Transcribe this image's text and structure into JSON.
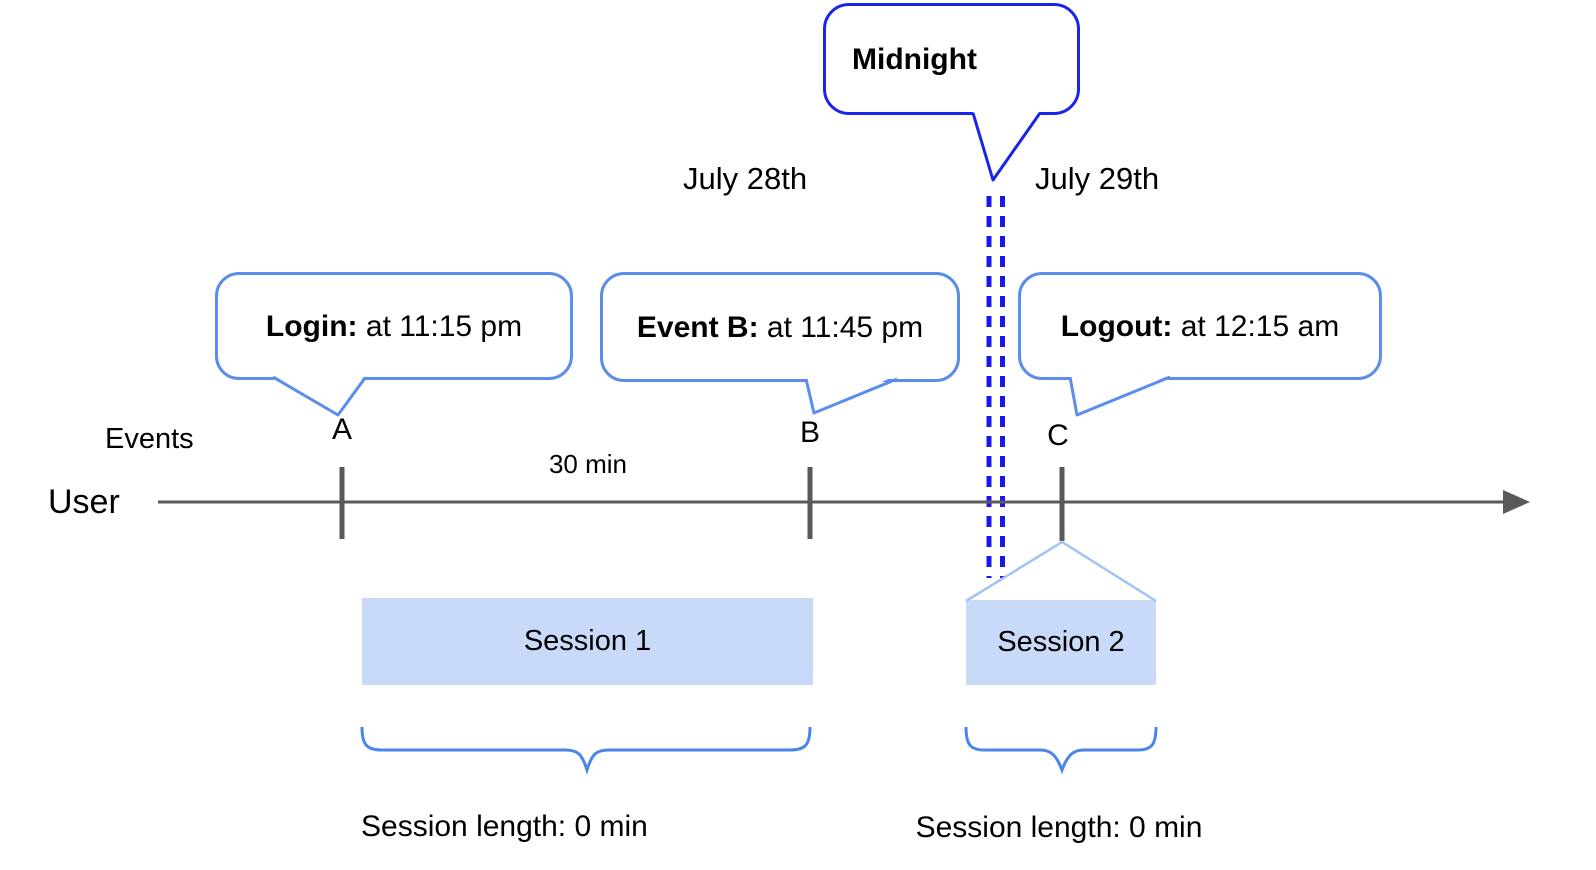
{
  "diagram": {
    "dates": {
      "left": "July 28th",
      "right": "July 29th"
    },
    "midnight_callout": {
      "label": "Midnight"
    },
    "callouts": [
      {
        "id": "login",
        "bold": "Login:",
        "text": " at 11:15 pm"
      },
      {
        "id": "event-b",
        "bold": "Event B:",
        "text": " at 11:45 pm"
      },
      {
        "id": "logout",
        "bold": "Logout:",
        "text": " at 12:15 am"
      }
    ],
    "axis": {
      "events_label": "Events",
      "user_label": "User",
      "markers": [
        "A",
        "B",
        "C"
      ],
      "interval_label": "30 min"
    },
    "sessions": [
      {
        "label": "Session 1",
        "length_label": "Session length: 0 min"
      },
      {
        "label": "Session 2",
        "length_label": "Session length: 0 min"
      }
    ],
    "colors": {
      "light_bubble_border": "#5b8deb",
      "midnight_bubble_border": "#1b25e8",
      "midnight_dashed_line": "#1717ee",
      "axis_gray": "#595959",
      "session_fill": "#c9daf8",
      "brace_blue": "#4a86e8",
      "connector_light_blue": "#a4c2f4",
      "text": "#000000"
    }
  }
}
